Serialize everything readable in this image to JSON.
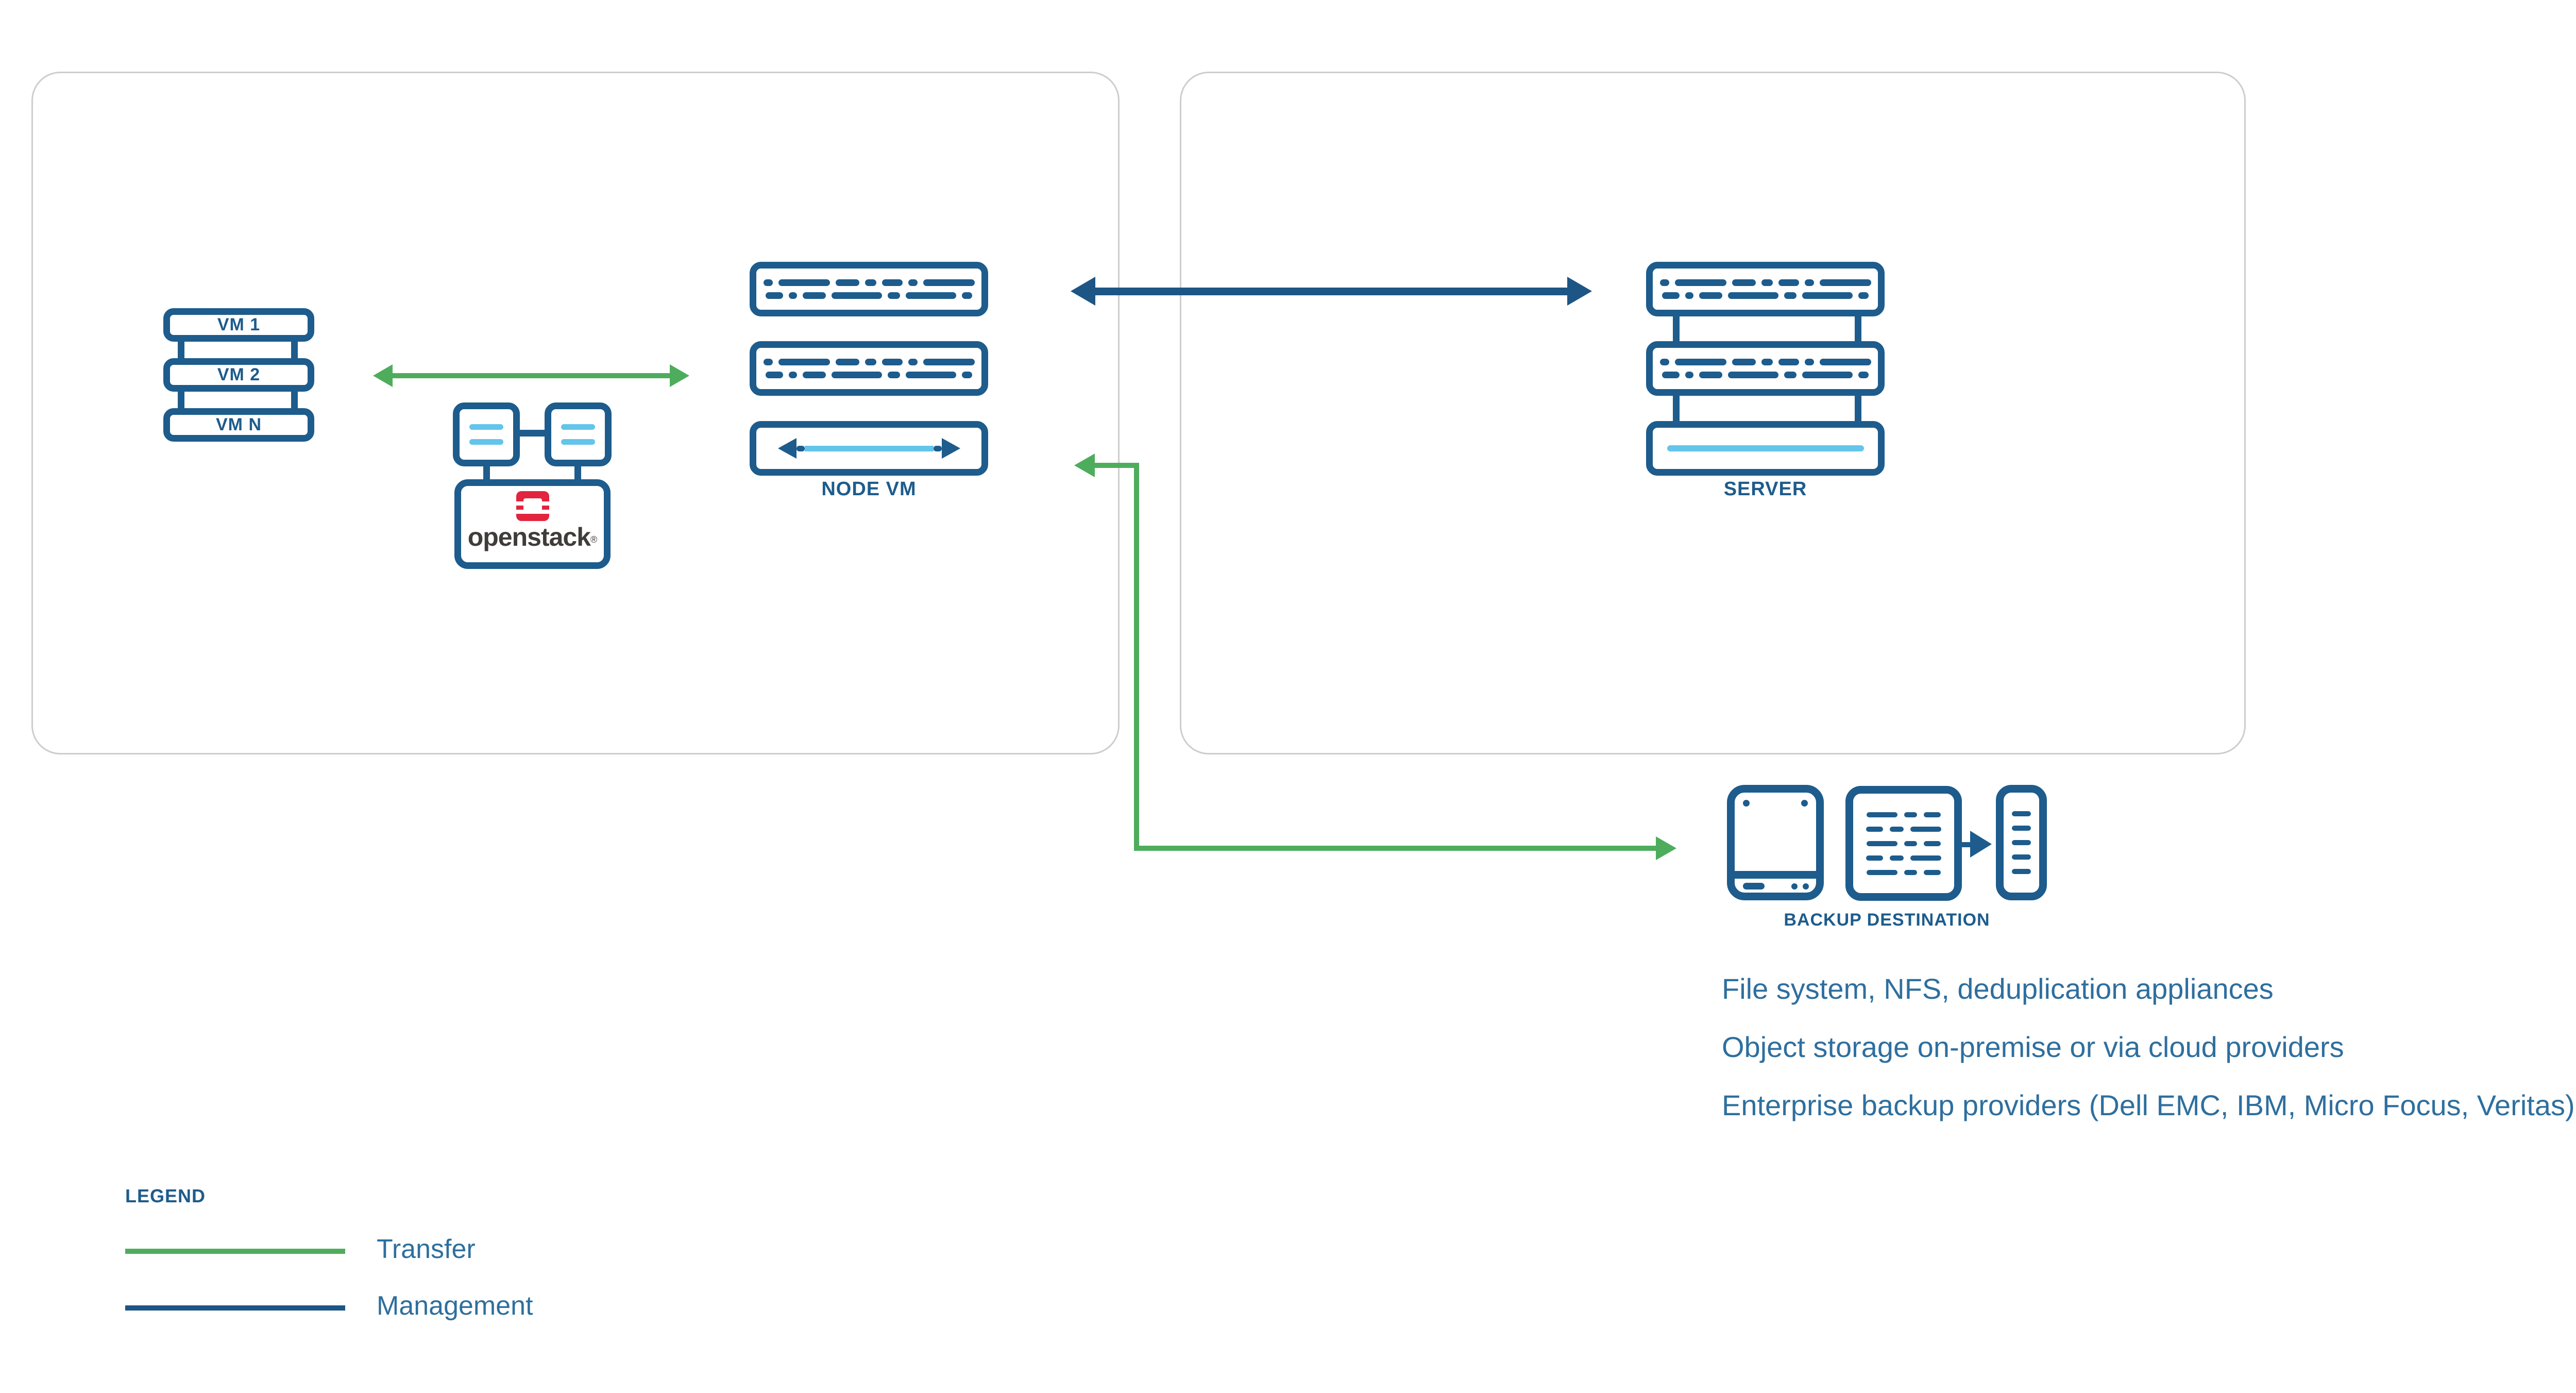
{
  "colors": {
    "icon_blue": "#1d5c8c",
    "management_blue": "#1d5585",
    "light_blue": "#63c5ea",
    "transfer_green": "#4ead5d",
    "note_text_blue": "#2e6f9e",
    "openstack_red": "#e2243f",
    "openstack_text_gray": "#403c3a",
    "panel_border_gray": "#cdcdcd"
  },
  "vm_stack": {
    "items": [
      "VM 1",
      "VM 2",
      "VM N"
    ]
  },
  "openstack": {
    "wordmark": "openstack",
    "registered_mark": "®"
  },
  "node_vm": {
    "label": "NODE VM"
  },
  "server": {
    "label": "SERVER"
  },
  "backup_destination": {
    "label": "BACKUP DESTINATION"
  },
  "notes": [
    "File system, NFS, deduplication appliances",
    "Object storage on-premise or via cloud providers",
    "Enterprise backup providers (Dell EMC, IBM, Micro Focus, Veritas)"
  ],
  "legend": {
    "title": "LEGEND",
    "items": [
      {
        "label": "Transfer",
        "color": "#4ead5d"
      },
      {
        "label": "Management",
        "color": "#1d5585"
      }
    ]
  }
}
